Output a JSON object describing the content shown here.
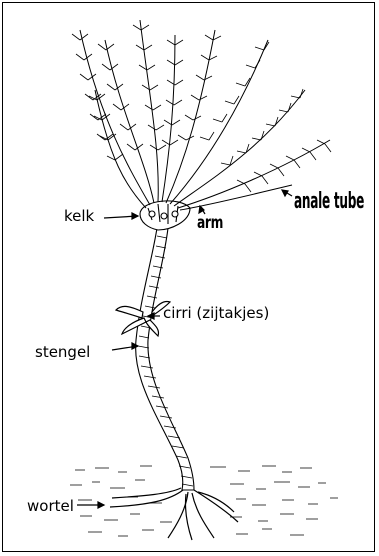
{
  "labels": {
    "kelk": "kelk",
    "arm": "arm",
    "anale_tube": "anale tube",
    "cirri": "cirri (zijtakjes)",
    "stengel": "stengel",
    "wortel": "wortel"
  },
  "colors": {
    "ink": "#000000",
    "background": "#ffffff"
  }
}
